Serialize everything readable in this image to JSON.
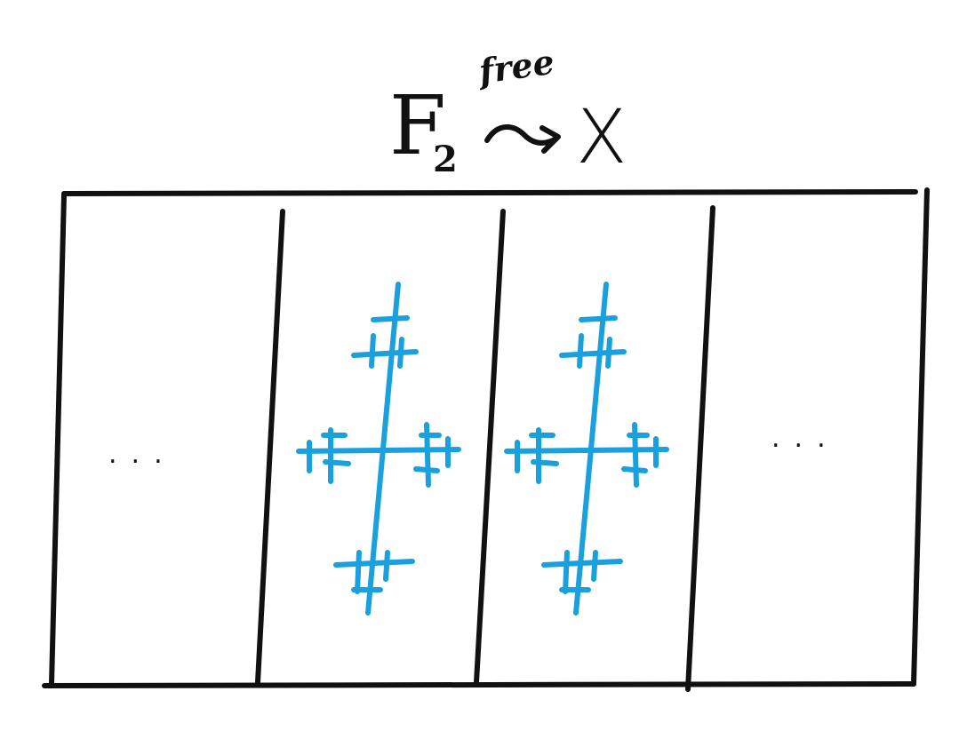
{
  "title": {
    "group_letter": "F",
    "group_subscript": "2",
    "action_label": "free",
    "space_letter": "X"
  },
  "left_ellipsis": "...",
  "right_ellipsis": "...",
  "colors": {
    "ink": "#111111",
    "tree": "#1aa0dc",
    "background": "#ffffff"
  },
  "strip": {
    "panel_count": 4,
    "panels_with_tree": [
      1,
      2
    ]
  },
  "tree": {
    "branch_levels": 3
  }
}
